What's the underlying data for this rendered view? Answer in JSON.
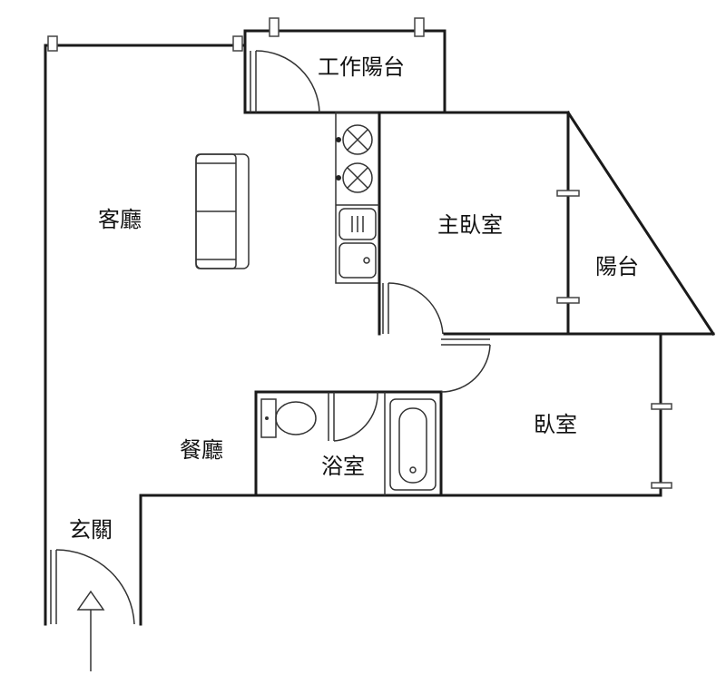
{
  "rooms": {
    "work_balcony": "工作陽台",
    "living_room": "客廳",
    "master_bedroom": "主臥室",
    "balcony": "陽台",
    "bedroom": "臥室",
    "dining_room": "餐廳",
    "bathroom": "浴室",
    "entrance": "玄關"
  },
  "colors": {
    "wall": "#1a1a1a",
    "line": "#333333",
    "background": "#ffffff"
  },
  "icons": [
    "sofa-icon",
    "stove-icon",
    "sink-icon",
    "toilet-icon",
    "bathtub-icon",
    "entry-arrow-icon"
  ]
}
